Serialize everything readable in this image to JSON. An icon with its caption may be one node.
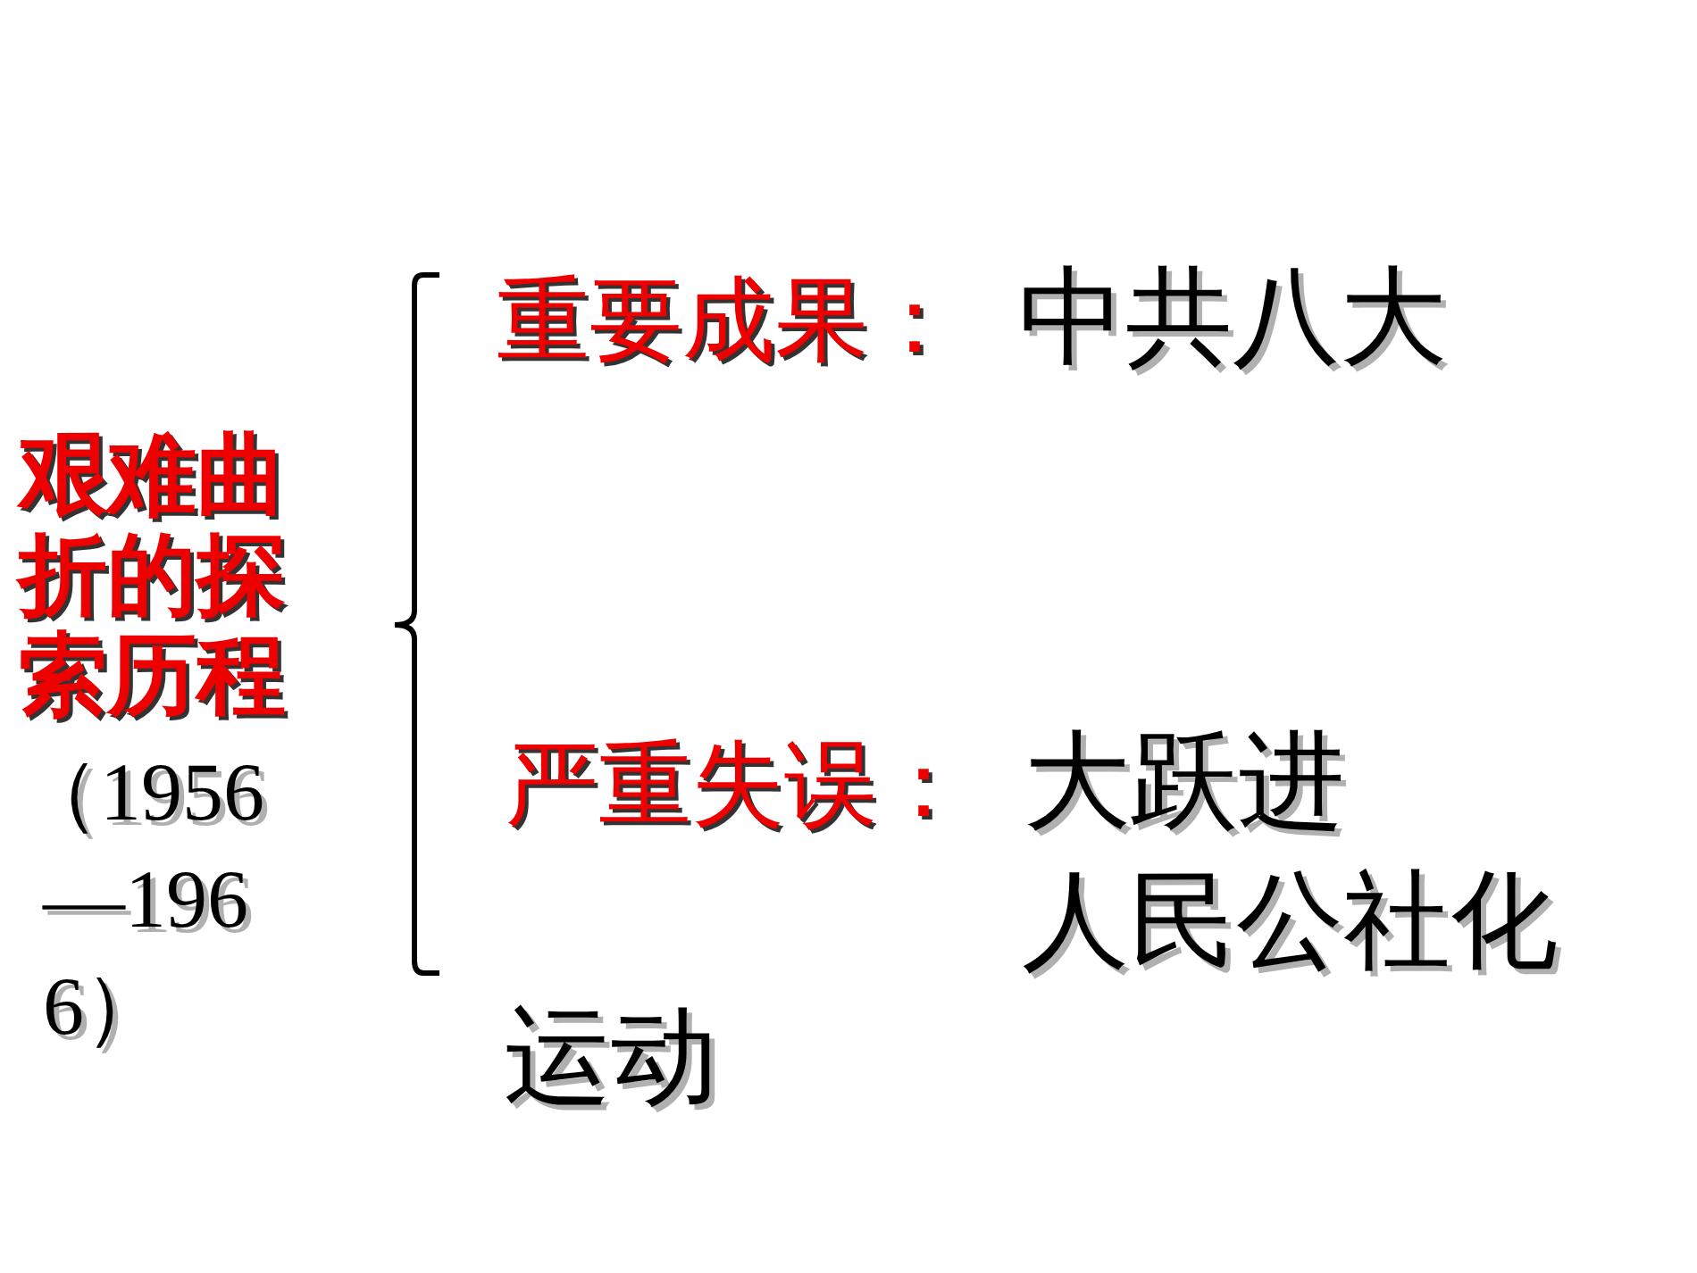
{
  "diagram": {
    "labels": [
      "艰难曲折的探索历程",
      "（1956—1966）",
      "重要成果：",
      "中共八大",
      "严重失误：",
      "大跃进",
      "人民公社化运动"
    ]
  }
}
